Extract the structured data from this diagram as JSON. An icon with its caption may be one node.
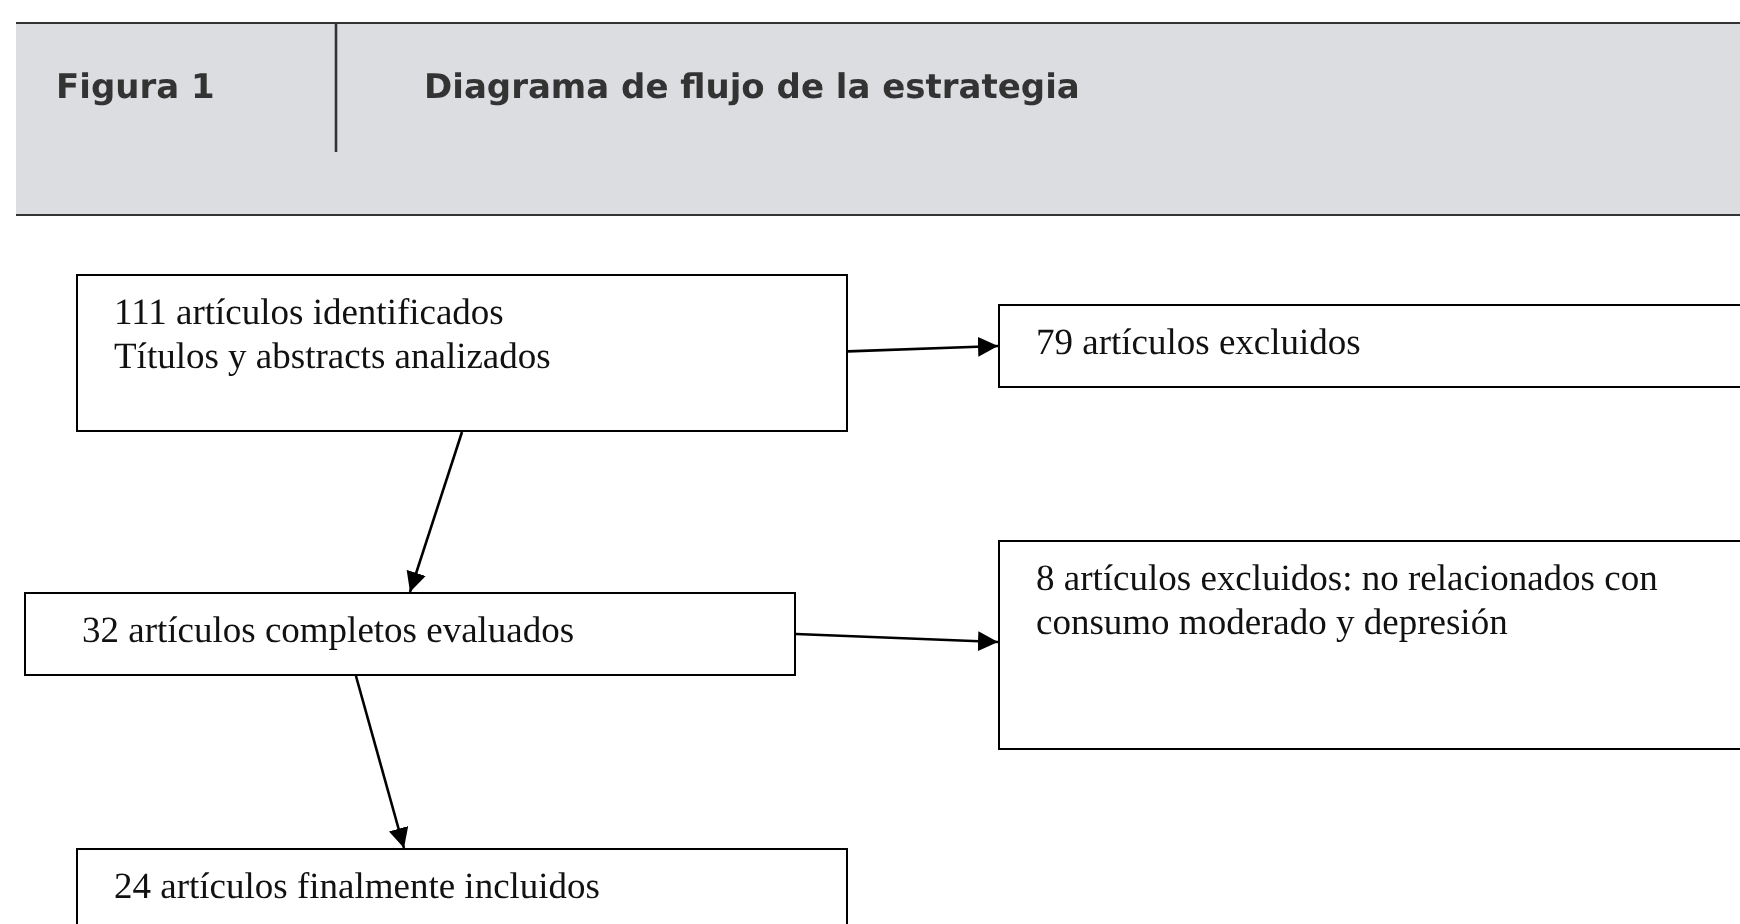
{
  "diagram": {
    "title": "Diagrama de flujo de la estrategia",
    "nodes": [
      {
        "text": [
          "111 artículos identificados",
          "Títulos y abstracts analizados"
        ]
      },
      {
        "text": [
          "79 artículos excluidos"
        ]
      },
      {
        "text": [
          "32 artículos completos evaluados"
        ]
      },
      {
        "text": [
          "8 artículos excluidos: no relacionados con consumo moderado y depresión"
        ]
      },
      {
        "text": [
          "24 artículos finalmente incluidos"
        ]
      }
    ],
    "edges": [
      {
        "from": 0,
        "to": 1,
        "arrow": "to"
      },
      {
        "from": 0,
        "to": 2,
        "arrow": "to"
      },
      {
        "from": 2,
        "to": 3,
        "arrow": "to"
      },
      {
        "from": 2,
        "to": 4,
        "arrow": "to"
      }
    ],
    "labels": [
      "Figura 1"
    ]
  }
}
